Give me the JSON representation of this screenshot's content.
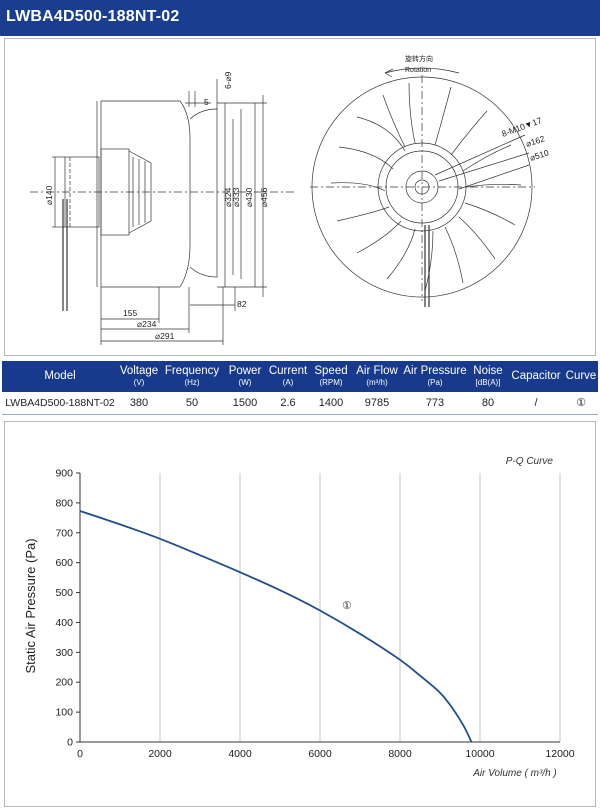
{
  "header": {
    "title": "LWBA4D500-188NT-02"
  },
  "drawing": {
    "rotation_cn": "旋转方向",
    "rotation_en": "Rotation",
    "dims": {
      "d5": "5",
      "d6x9": "6-⌀9",
      "d140": "⌀140",
      "d324": "⌀324",
      "d333": "⌀333",
      "d430": "⌀430",
      "d456": "⌀456",
      "d82": "82",
      "d155": "155",
      "d234": "⌀234",
      "d291": "⌀291",
      "holes": "8-M10▼17",
      "d162": "⌀162",
      "d510": "⌀510"
    }
  },
  "spec_table": {
    "headers": [
      {
        "name": "Model",
        "unit": ""
      },
      {
        "name": "Voltage",
        "unit": "(V)"
      },
      {
        "name": "Frequency",
        "unit": "(Hz)"
      },
      {
        "name": "Power",
        "unit": "(W)"
      },
      {
        "name": "Current",
        "unit": "(A)"
      },
      {
        "name": "Speed",
        "unit": "(RPM)"
      },
      {
        "name": "Air Flow",
        "unit": "(m³/h)"
      },
      {
        "name": "Air Pressure",
        "unit": "(Pa)"
      },
      {
        "name": "Noise",
        "unit": "[dB(A)]"
      },
      {
        "name": "Capacitor",
        "unit": ""
      },
      {
        "name": "Curve",
        "unit": ""
      }
    ],
    "row": [
      "LWBA4D500-188NT-02",
      "380",
      "50",
      "1500",
      "2.6",
      "1400",
      "9785",
      "773",
      "80",
      "/",
      "①"
    ]
  },
  "chart_data": {
    "type": "line",
    "title": "P-Q Curve",
    "xlabel": "Air Volume ( m³/h )",
    "ylabel": "Static Air Pressure  (Pa)",
    "xlim": [
      0,
      12000
    ],
    "ylim": [
      0,
      900
    ],
    "xticks": [
      0,
      2000,
      4000,
      6000,
      8000,
      10000,
      12000
    ],
    "yticks": [
      0,
      100,
      200,
      300,
      400,
      500,
      600,
      700,
      800,
      900
    ],
    "grid": "vertical",
    "series": [
      {
        "name": "①",
        "color": "#1f4e8c",
        "x": [
          0,
          1000,
          2000,
          3000,
          4000,
          5000,
          6000,
          7000,
          8000,
          8500,
          9000,
          9300,
          9600,
          9785
        ],
        "y": [
          773,
          728,
          680,
          625,
          568,
          508,
          440,
          362,
          275,
          222,
          165,
          115,
          52,
          0
        ]
      }
    ]
  }
}
